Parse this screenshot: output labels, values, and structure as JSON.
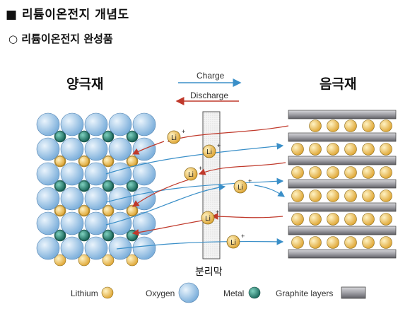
{
  "heading": "■ 리튬이온전지 개념도",
  "subheading": "○ 리튬이온전지 완성품",
  "labels": {
    "cathode": "양극재",
    "anode": "음극재",
    "separator": "분리막",
    "charge": "Charge",
    "discharge": "Discharge",
    "ion": "Li",
    "ion_charge": "+"
  },
  "legend": {
    "lithium": "Lithium",
    "oxygen": "Oxygen",
    "metal": "Metal",
    "graphite": "Graphite layers"
  },
  "colors": {
    "charge_arrow": "#3a8fc8",
    "discharge_arrow": "#c0392b",
    "lithium": "#f2c14e",
    "oxygen": "#a9cbe8",
    "metal": "#2f8f7f",
    "graphite": "#8f8f95"
  }
}
